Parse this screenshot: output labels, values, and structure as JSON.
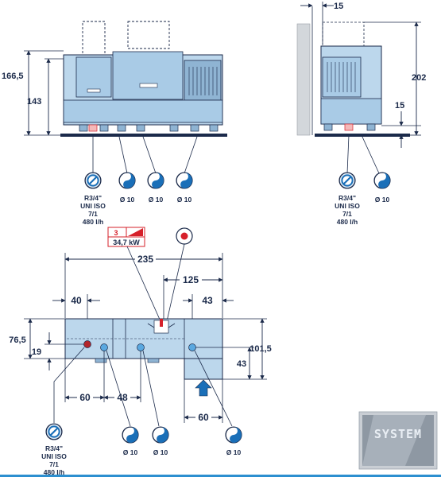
{
  "front_view": {
    "dim_total_height": "166,5",
    "dim_body_height": "143",
    "connections": {
      "drain": {
        "lines": [
          "R3/4\"",
          "UNI ISO",
          "7/1",
          "480 l/h"
        ]
      },
      "water_1": "Ø 10",
      "water_2": "Ø 10",
      "water_3": "Ø 10"
    }
  },
  "side_view": {
    "dim_wall_gap": "15",
    "dim_total_height": "202",
    "dim_base_height": "15",
    "connections": {
      "drain": {
        "lines": [
          "R3/4\"",
          "UNI ISO",
          "7/1",
          "480 l/h"
        ]
      },
      "water": "Ø 10"
    }
  },
  "plan_view": {
    "electrical": {
      "phase": "3",
      "power": "34,7 kW"
    },
    "dim_total_length": "235",
    "dim_125": "125",
    "dim_40": "40",
    "dim_43_top": "43",
    "dim_76_5": "76,5",
    "dim_19": "19",
    "dim_101_5": "101,5",
    "dim_43_side": "43",
    "dim_60_left": "60",
    "dim_48": "48",
    "dim_60_right": "60",
    "connections": {
      "drain": {
        "lines": [
          "R3/4\"",
          "UNI ISO",
          "7/1",
          "480 l/h"
        ]
      },
      "water_1": "Ø 10",
      "water_2": "Ø 10",
      "water_3": "Ø 10"
    }
  },
  "logo": {
    "text": "SYSTEM"
  },
  "colors": {
    "line": "#1b2a4a",
    "machine_fill": "#bcd7ec",
    "machine_dark": "#8fb4d3",
    "floor": "#1b2a4a",
    "wall": "#d3d7db",
    "water_icon": "#1a6fb8",
    "drain_icon": "#1a6fb8",
    "electric_red": "#d6202a",
    "footer_line": "#2c8fd0"
  }
}
